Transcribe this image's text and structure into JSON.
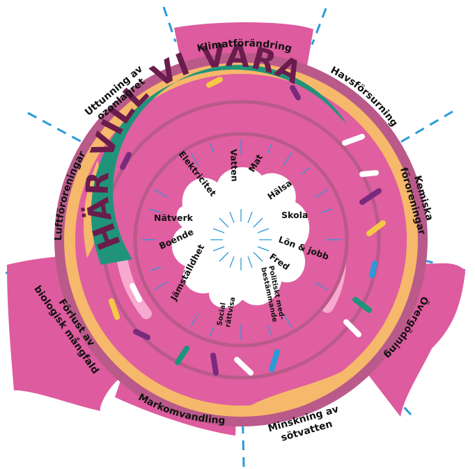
{
  "banner": "HÄR VILL VI VARA",
  "boundaries": [
    "Klimatförändring",
    "Havsförsurning",
    "Kemiska föroreningar",
    "Övergödning",
    "Minskning av sötvatten",
    "Markomvandling",
    "Förlust av biologisk mångfald",
    "Luftföroreningar",
    "Uttunning av ozonlagret"
  ],
  "social_foundation": [
    "Vatten",
    "Mat",
    "Hälsa",
    "Skola",
    "Lön & jobb",
    "Fred",
    "Politiskt med-bestämmande",
    "Social rättvisa",
    "Jämställdhet",
    "Boende",
    "Nätverk",
    "Elektricitet"
  ],
  "colors": {
    "overshoot": "#dd5b9e",
    "ring_outer": "#b95a8a",
    "doughnut": "#df5fa0",
    "crust": "#f6b86a",
    "banner": "#20947a",
    "banner_text": "#6a1c4d",
    "dashes": "#2a9ad8"
  }
}
